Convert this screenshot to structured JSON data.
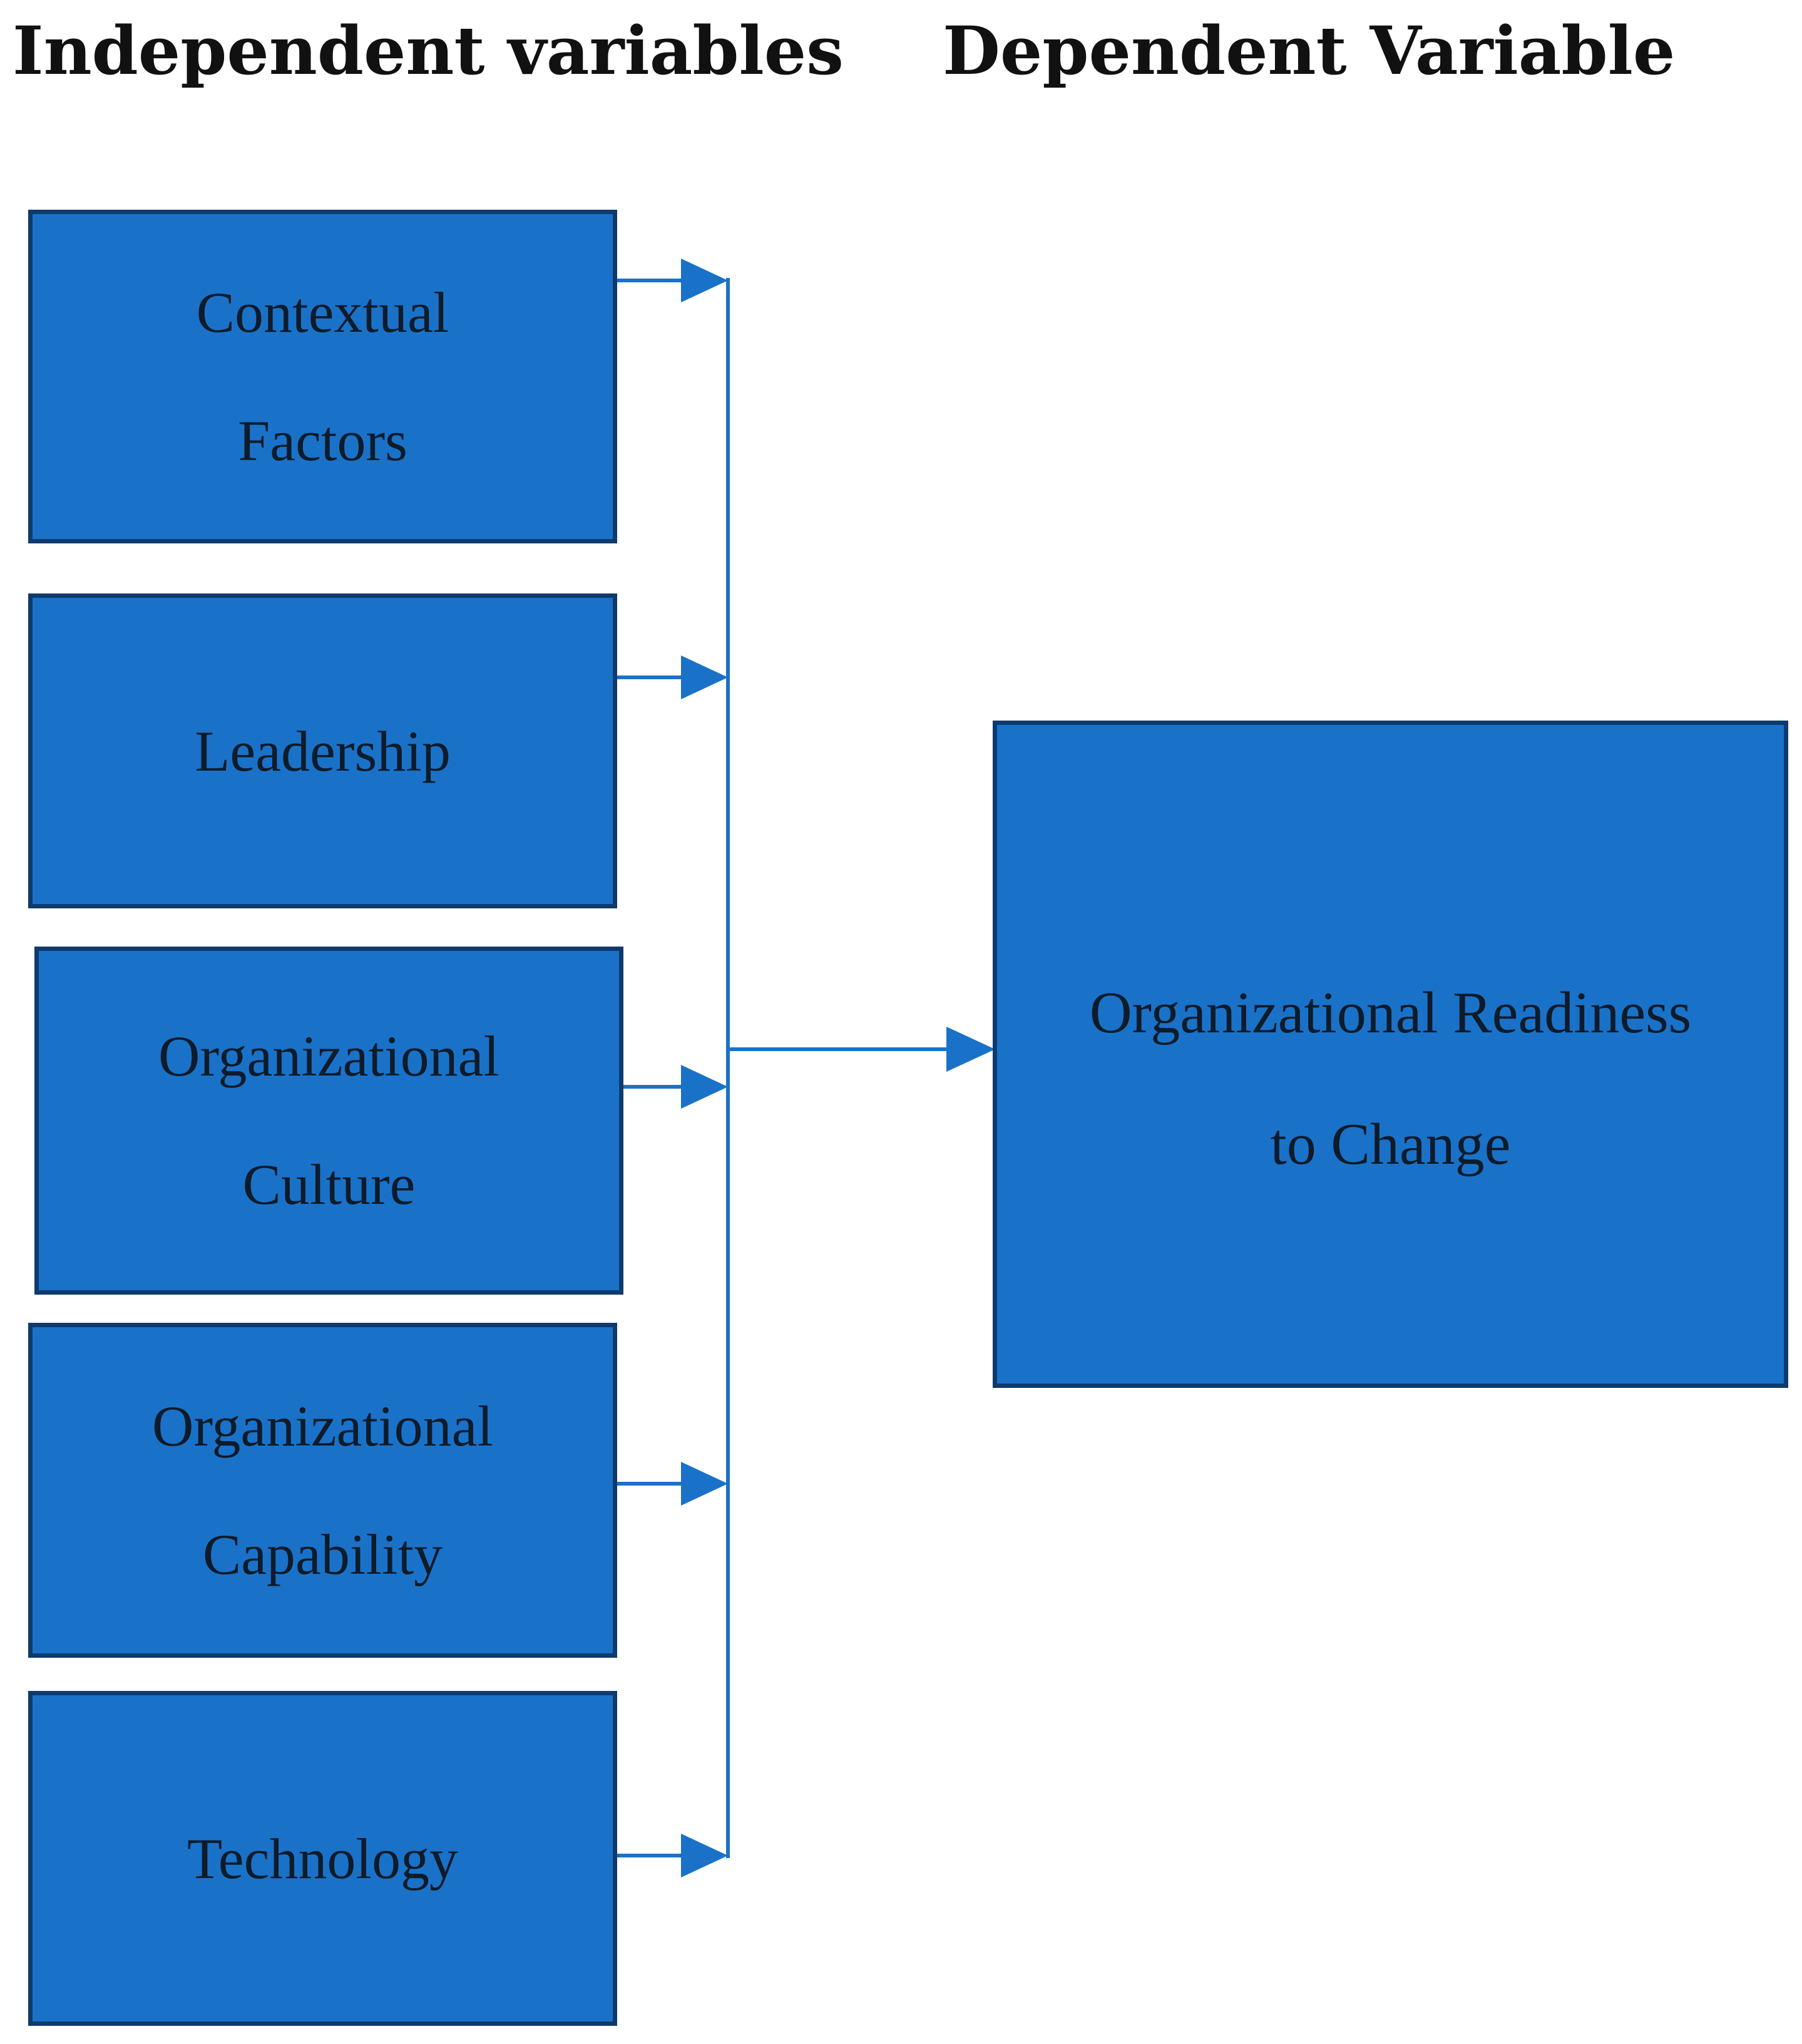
{
  "headings": {
    "independent": "Independent variables",
    "dependent": "Dependent Variable"
  },
  "independent_variables": [
    {
      "lines": [
        "Contextual",
        "Factors"
      ]
    },
    {
      "lines": [
        "Leadership"
      ]
    },
    {
      "lines": [
        "Organizational",
        "Culture"
      ]
    },
    {
      "lines": [
        "Organizational",
        "Capability"
      ]
    },
    {
      "lines": [
        "Technology"
      ]
    }
  ],
  "dependent_variable": {
    "lines": [
      "Organizational Readiness",
      "to Change"
    ]
  },
  "colors": {
    "box_fill": "#1a72c8",
    "box_border": "#0e3a6d",
    "connector": "#1a72c8",
    "heading_text": "#111111"
  }
}
